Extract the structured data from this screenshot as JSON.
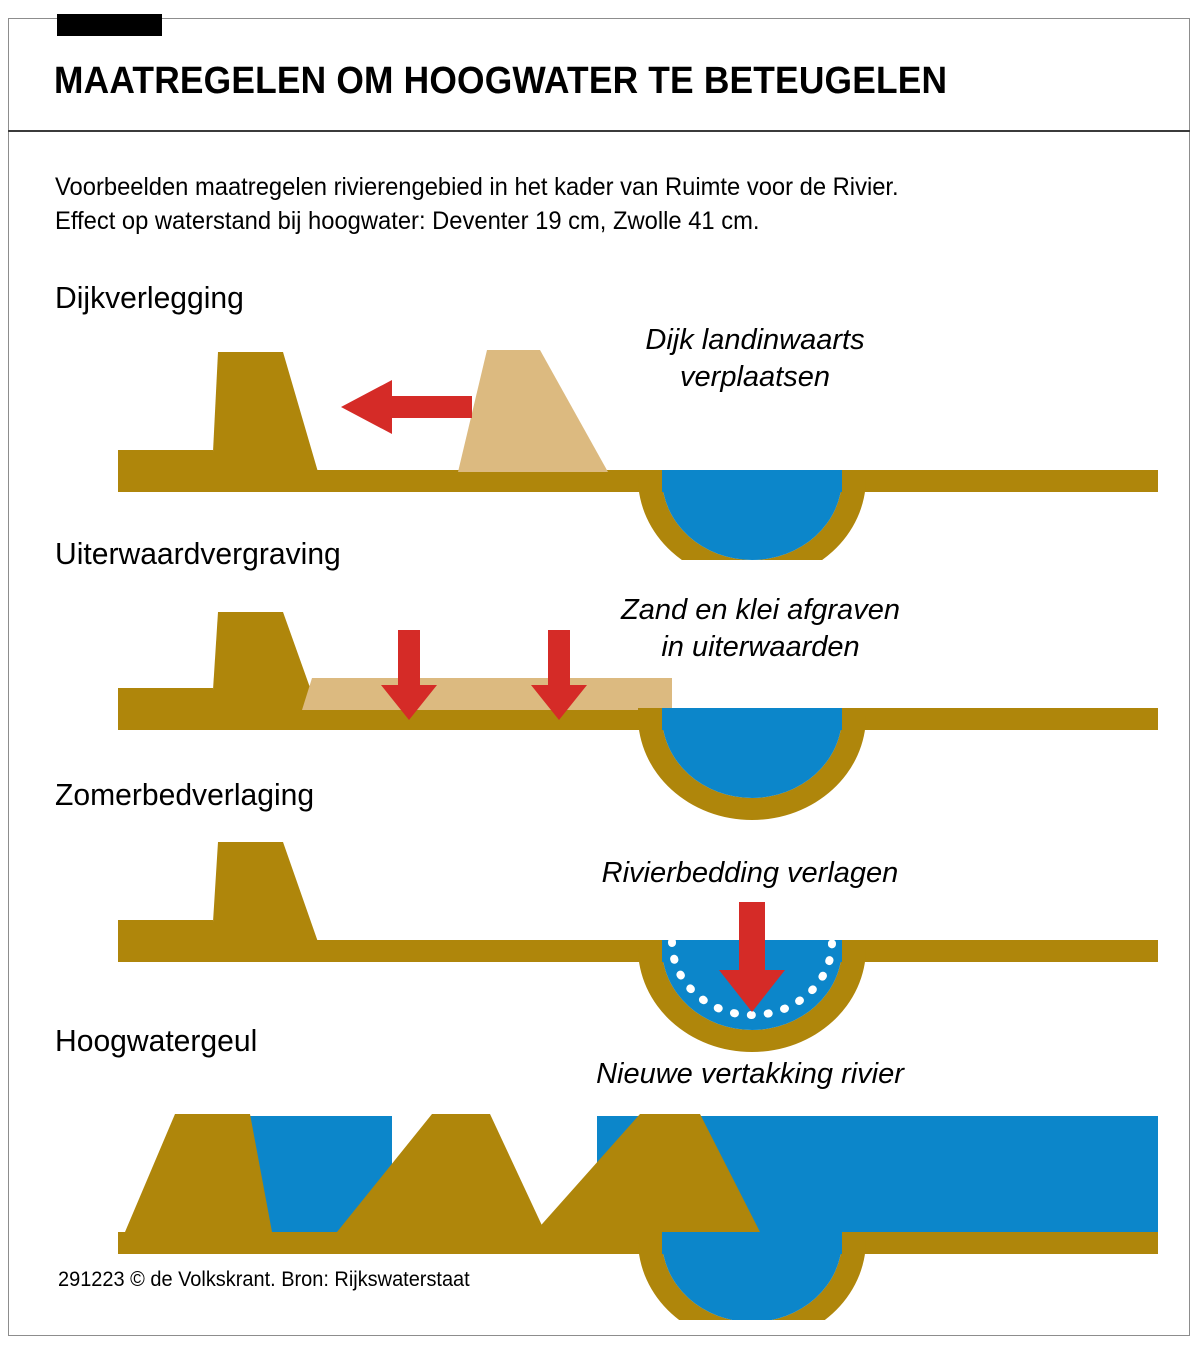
{
  "header": {
    "tab_mark": "black-tab",
    "title": "MAATREGELEN OM HOOGWATER TE BETEUGELEN",
    "subtitle_line1": "Voorbeelden maatregelen rivierengebied  in het kader van  Ruimte voor de Rivier.",
    "subtitle_line2": "Effect op waterstand bij hoogwater: Deventer 19 cm, Zwolle 41 cm."
  },
  "sections": [
    {
      "label": "Dijkverlegging",
      "annotation_line1": "Dijk landinwaarts",
      "annotation_line2": "verplaatsen",
      "arrow": "arrow-left-red"
    },
    {
      "label": "Uiterwaardvergraving",
      "annotation_line1": "Zand en klei afgraven",
      "annotation_line2": "in uiterwaarden",
      "arrow": "arrow-down-red"
    },
    {
      "label": "Zomerbedverlaging",
      "annotation_line1": "Rivierbedding verlagen",
      "annotation_line2": "",
      "arrow": "arrow-down-red"
    },
    {
      "label": "Hoogwatergeul",
      "annotation_line1": "Nieuwe vertakking rivier",
      "annotation_line2": "",
      "arrow": ""
    }
  ],
  "colors": {
    "earth_gold": "#AF860B",
    "earth_light_tan": "#DCBA80",
    "water_blue": "#0C86CA",
    "arrow_red": "#D52B27",
    "frame_gray": "#8d8d8d",
    "text_black": "#000000",
    "dots_white": "#ffffff"
  },
  "footer": {
    "credit": "291223 © de Volkskrant. Bron: Rijkswaterstaat"
  }
}
